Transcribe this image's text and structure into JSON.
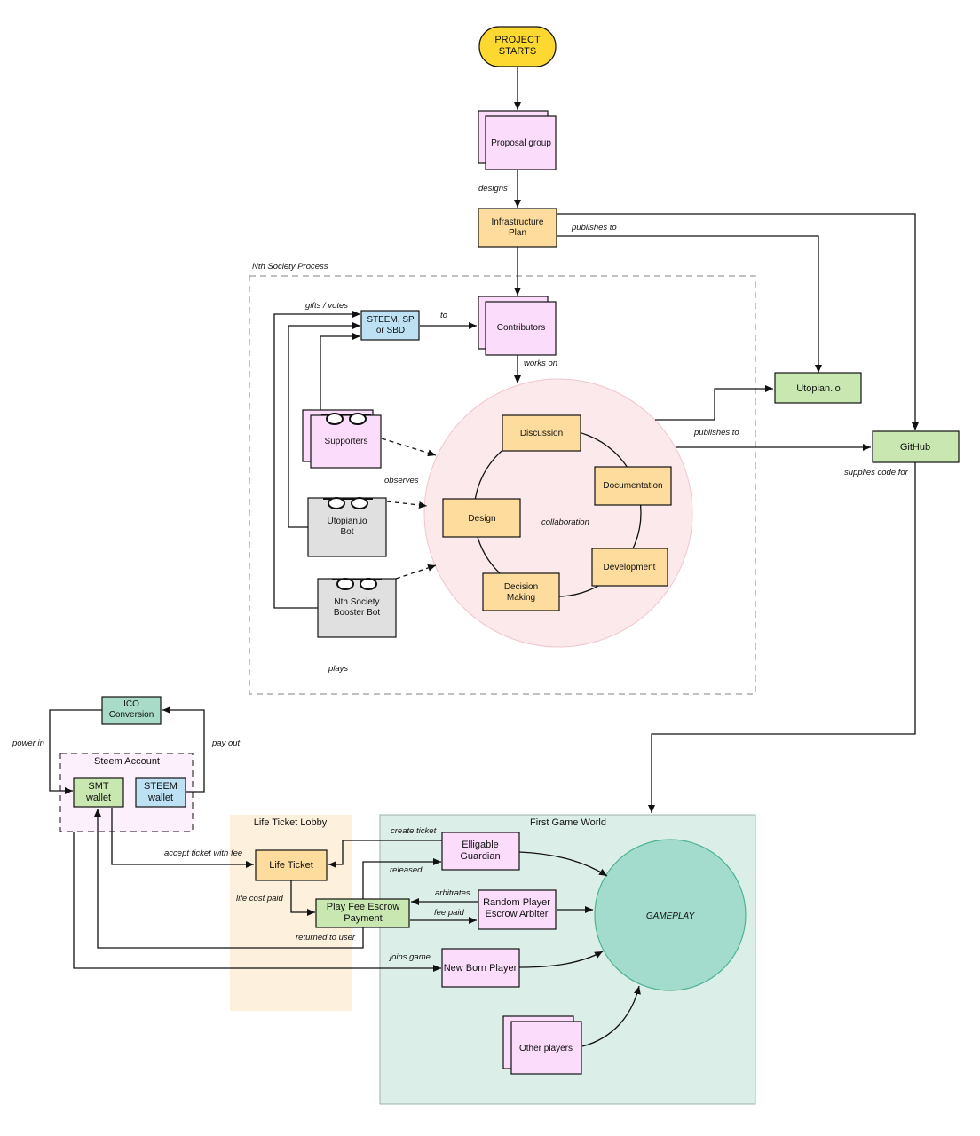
{
  "title": "",
  "colors": {
    "start": "#fcd831",
    "pink": "#fbdcfb",
    "orange": "#fddc9d",
    "green": "#c8e7b1",
    "blue": "#bde1f3",
    "gray": "#e0e0e0",
    "circle": "#fbe9ec",
    "game_world": "#dceee8",
    "gameplay": "#a3dccc",
    "lobby": "#fdf0dc",
    "steem_account": "#fdf0fd"
  },
  "nodes": {
    "project_starts": "PROJECT\nSTARTS",
    "proposal_group": "Proposal group",
    "infrastructure_plan": "Infrastructure\nPlan",
    "steem_sp_sbd": "STEEM, SP\nor SBD",
    "contributors": "Contributors",
    "supporters": "Supporters",
    "utopian_bot": "Utopian.io\nBot",
    "booster_bot": "Nth Society\nBooster Bot",
    "discussion": "Discussion",
    "documentation": "Documentation",
    "design": "Design",
    "development": "Development",
    "decision_making": "Decision\nMaking",
    "collaboration": "collaboration",
    "utopian_io": "Utopian.io",
    "github": "GitHub",
    "ico_conversion": "ICO\nConversion",
    "steem_account": "Steem Account",
    "smt_wallet": "SMT\nwallet",
    "steem_wallet": "STEEM\nwallet",
    "life_ticket_lobby": "Life Ticket Lobby",
    "life_ticket": "Life Ticket",
    "play_fee_escrow": "Play Fee Escrow\nPayment",
    "first_game_world": "First Game World",
    "elligable_guardian": "Elligable\nGuardian",
    "random_arbiter": "Random Player\nEscrow Arbiter",
    "new_born_player": "New Born Player",
    "other_players": "Other players",
    "gameplay": "GAMEPLAY"
  },
  "regions": {
    "nth_society_process": "Nth Society Process"
  },
  "edge_labels": {
    "designs": "designs",
    "publishes_to_1": "publishes to",
    "gifts_votes": "gifts / votes",
    "to": "to",
    "works_on": "works on",
    "publishes_to_2": "publishes to",
    "observes": "observes",
    "plays": "plays",
    "supplies_code_for": "supplies code for",
    "power_in": "power in",
    "pay_out": "pay out",
    "accept_ticket_with_fee": "accept ticket with fee",
    "life_cost_paid": "life cost paid",
    "create_ticket": "create ticket",
    "released": "released",
    "arbitrates": "arbitrates",
    "fee_paid": "fee paid",
    "returned_to_user": "returned to user",
    "joins_game": "joins game"
  }
}
